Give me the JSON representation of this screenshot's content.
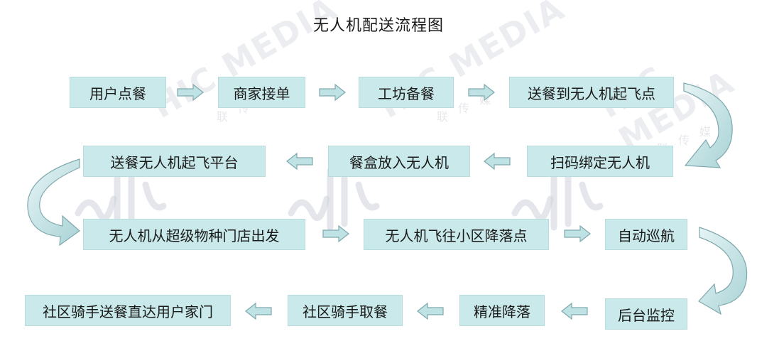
{
  "title": "无人机配送流程图",
  "steps": [
    "用户点餐",
    "商家接单",
    "工坊备餐",
    "送餐到无人机起飞点",
    "扫码绑定无人机",
    "餐盒放入无人机",
    "送餐无人机起飞平台",
    "无人机从超级物种门店出发",
    "无人机飞往小区降落点",
    "自动巡航",
    "后台监控",
    "精准降落",
    "社区骑手取餐",
    "社区骑手送餐直达用户家门"
  ],
  "watermark": {
    "brand": "HIC MEDIA",
    "chars": [
      "联",
      "传",
      "媒"
    ]
  },
  "colors": {
    "box_fill": "#c9e9ea",
    "arrow_fill": "#bfe3e5",
    "arrow_stroke": "#7fa9ad"
  }
}
